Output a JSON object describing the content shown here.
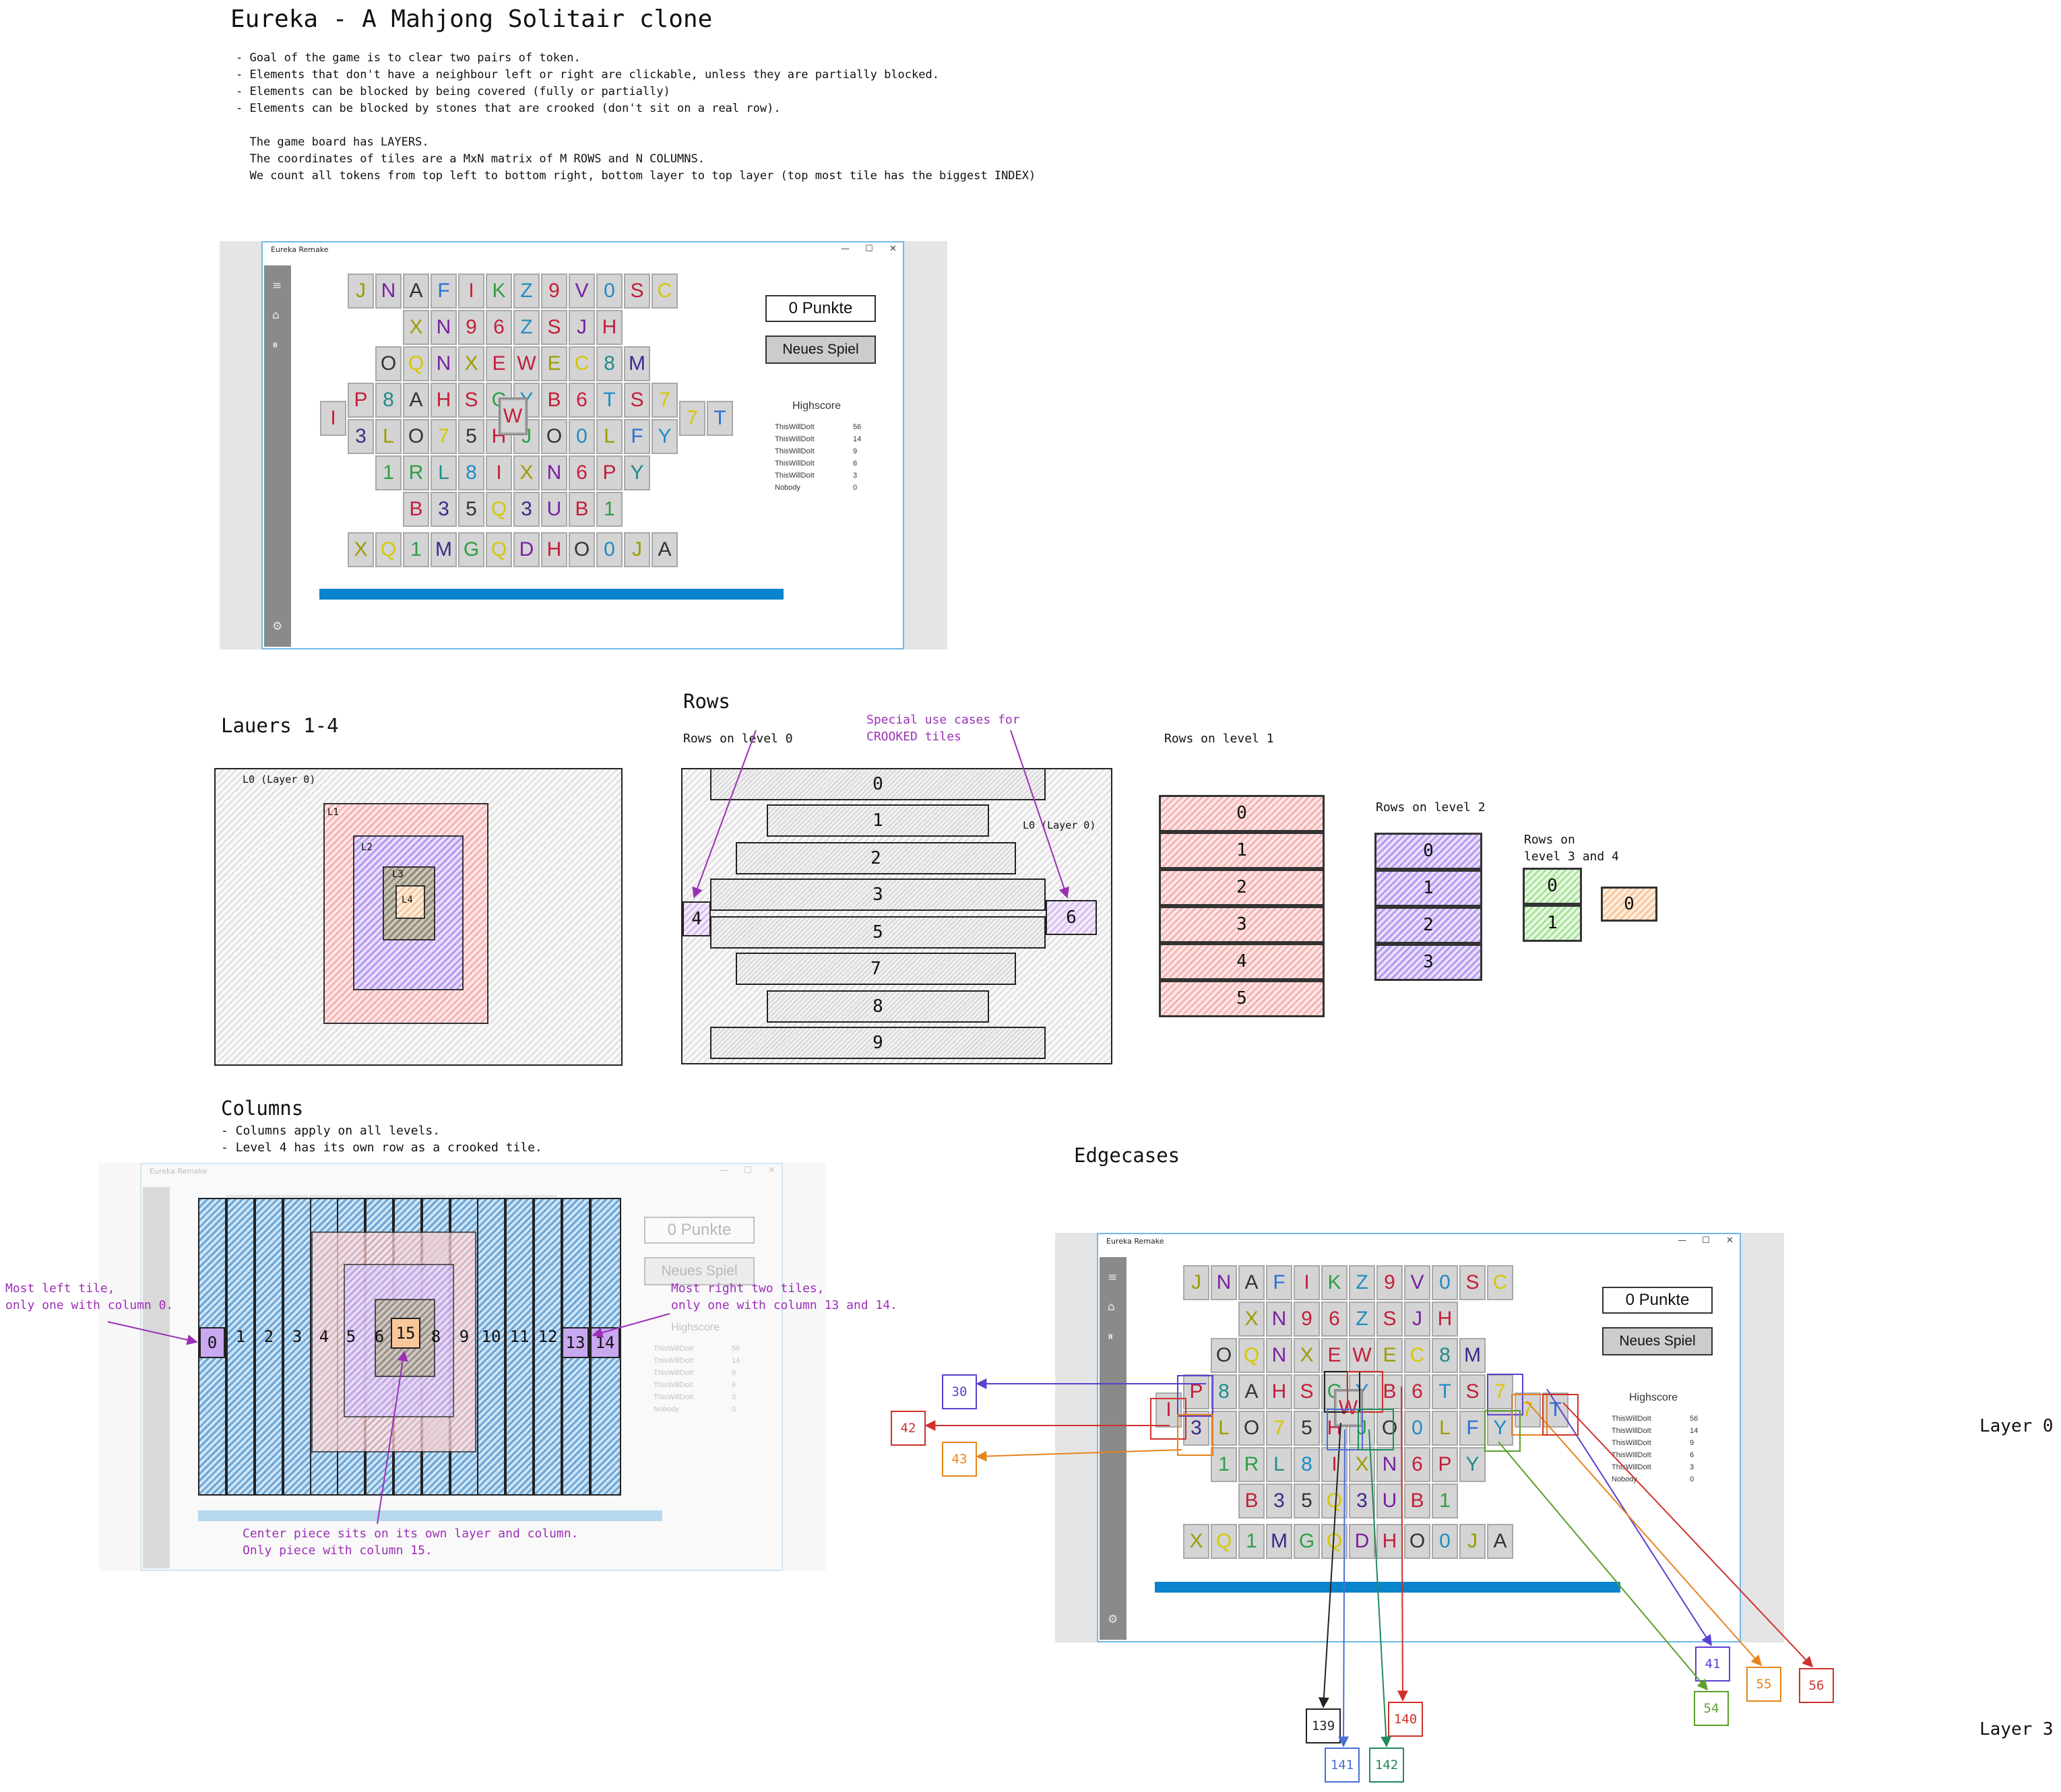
{
  "header": {
    "title": "Eureka - A Mahjong Solitair clone",
    "notes": [
      "- Goal of the game is to clear two pairs of token.",
      "- Elements that don't have a neighbour left or right are clickable, unless they are partially blocked.",
      "- Elements can be blocked by being covered (fully or partially)",
      "- Elements can be blocked by stones that are crooked (don't sit on a real row).",
      "",
      "  The game board has LAYERS.",
      "  The coordinates of tiles are a MxN matrix of M ROWS and N COLUMNS.",
      "  We count all tokens from top left to bottom right, bottom layer to top layer (top most tile has the biggest INDEX)"
    ]
  },
  "app": {
    "window_title": "Eureka Remake",
    "score": "0 Punkte",
    "new_game": "Neues Spiel",
    "highscore_title": "Highscore",
    "highscores": [
      {
        "name": "ThisWillDoIt",
        "score": "56"
      },
      {
        "name": "ThisWillDoIt",
        "score": "14"
      },
      {
        "name": "ThisWillDoIt",
        "score": "9"
      },
      {
        "name": "ThisWillDoIt",
        "score": "6"
      },
      {
        "name": "ThisWillDoIt",
        "score": "3"
      },
      {
        "name": "Nobody",
        "score": "0"
      }
    ],
    "progress": 0.99,
    "window_controls": [
      "—",
      "☐",
      "✕"
    ],
    "sidebar_icons": [
      "menu-icon",
      "home-icon",
      "pause-icon",
      "settings-icon"
    ],
    "sidebar_glyphs": [
      "≡",
      "⌂",
      "⏸",
      "⚙"
    ],
    "tile_rows": [
      {
        "letters": [
          "J",
          "N",
          "A",
          "F",
          "I",
          "K",
          "Z",
          "9",
          "V",
          "0",
          "S",
          "C"
        ],
        "colors": [
          "#9c9c00",
          "#7a1fa2",
          "#333333",
          "#2a6fd6",
          "#c41e3a",
          "#2e9e44",
          "#1f8cc4",
          "#c41e3a",
          "#7a1fa2",
          "#1f8cc4",
          "#c41e3a",
          "#d6c800"
        ]
      },
      {
        "letters": [
          "X",
          "N",
          "9",
          "6",
          "Z",
          "S",
          "J",
          "H"
        ],
        "colors": [
          "#9c9c00",
          "#7a1fa2",
          "#c41e3a",
          "#c41e3a",
          "#1f8cc4",
          "#c41e3a",
          "#7a1fa2",
          "#c41e3a"
        ]
      },
      {
        "letters": [
          "O",
          "Q",
          "N",
          "X",
          "E",
          "W",
          "E",
          "C",
          "8",
          "M"
        ],
        "colors": [
          "#333333",
          "#d6c800",
          "#7a1fa2",
          "#9c9c00",
          "#c41e3a",
          "#c41e3a",
          "#9c9c00",
          "#d6c800",
          "#1f8c8c",
          "#3a2a8c"
        ]
      },
      {
        "letters": [
          "P",
          "8",
          "A",
          "H",
          "S",
          "C",
          "Y",
          "B",
          "6",
          "T",
          "S",
          "7"
        ],
        "colors": [
          "#c41e3a",
          "#1f8c8c",
          "#333333",
          "#c41e3a",
          "#c41e3a",
          "#2e9e44",
          "#1f8cc4",
          "#c41e3a",
          "#c41e3a",
          "#1f8cc4",
          "#c41e3a",
          "#d6c800"
        ]
      },
      {
        "letters": [
          "3",
          "L",
          "O",
          "7",
          "5",
          "H",
          "J",
          "O",
          "0",
          "L",
          "F",
          "Y"
        ],
        "colors": [
          "#3a2a8c",
          "#9c9c00",
          "#333333",
          "#d6c800",
          "#333333",
          "#c41e3a",
          "#2e9e44",
          "#333333",
          "#1f8cc4",
          "#9c9c00",
          "#2a6fd6",
          "#1f8cc4"
        ]
      },
      {
        "letters": [
          "1",
          "R",
          "L",
          "8",
          "I",
          "X",
          "N",
          "6",
          "P",
          "Y"
        ],
        "colors": [
          "#2e9e44",
          "#2e9e44",
          "#1f8c8c",
          "#1f8cc4",
          "#c41e3a",
          "#9c9c00",
          "#7a1fa2",
          "#c41e3a",
          "#c41e3a",
          "#1f8c8c"
        ]
      },
      {
        "letters": [
          "B",
          "3",
          "5",
          "Q",
          "3",
          "U",
          "B",
          "1"
        ],
        "colors": [
          "#c41e3a",
          "#3a2a8c",
          "#333333",
          "#d6c800",
          "#3a2a8c",
          "#7a1fa2",
          "#c41e3a",
          "#2e9e44"
        ]
      },
      {
        "letters": [
          "X",
          "Q",
          "1",
          "M",
          "G",
          "Q",
          "D",
          "H",
          "O",
          "0",
          "J",
          "A"
        ],
        "colors": [
          "#9c9c00",
          "#d6c800",
          "#2e9e44",
          "#3a2a8c",
          "#2e9e44",
          "#d6c800",
          "#7a1fa2",
          "#c41e3a",
          "#333333",
          "#1f8cc4",
          "#9c9c00",
          "#333333"
        ]
      }
    ],
    "side_tiles": {
      "left": {
        "letter": "I",
        "color": "#c41e3a"
      },
      "right": [
        {
          "letter": "7",
          "color": "#d6c800"
        },
        {
          "letter": "T",
          "color": "#2a6fd6"
        }
      ],
      "top": {
        "letter": "W",
        "color": "#c41e3a"
      }
    }
  },
  "layers": {
    "heading": "Lauers 1-4",
    "labels": [
      "L0 (Layer 0)",
      "L1",
      "L2",
      "L3",
      "L4"
    ]
  },
  "rows": {
    "heading": "Rows",
    "level0_label": "Rows on level 0",
    "annotation": "Special use cases for\nCROOKED tiles",
    "layer_label": "L0 (Layer 0)",
    "level0_rows": [
      "0",
      "1",
      "2",
      "3",
      "5",
      "7",
      "8",
      "9"
    ],
    "crooked_left": "4",
    "crooked_right": "6",
    "level1_label": "Rows on level 1",
    "level1_rows": [
      "0",
      "1",
      "2",
      "3",
      "4",
      "5"
    ],
    "level2_label": "Rows on level 2",
    "level2_rows": [
      "0",
      "1",
      "2",
      "3"
    ],
    "level34_label": "Rows on\nlevel 3 and 4",
    "level3_rows": [
      "0",
      "1"
    ],
    "level4_rows": [
      "0"
    ]
  },
  "columns": {
    "heading": "Columns",
    "notes": "- Columns apply on all levels.\n- Level 4 has its own row as a crooked tile.",
    "numbers": [
      "0",
      "1",
      "2",
      "3",
      "4",
      "5",
      "6",
      "7",
      "8",
      "9",
      "10",
      "11",
      "12",
      "13",
      "14"
    ],
    "center": "15",
    "left_note": "Most left tile,\nonly one with column 0.",
    "right_note": "Most right two tiles,\nonly one with column 13 and 14.",
    "center_note": "Center piece sits on its own layer and column.\nOnly piece with column 15."
  },
  "edgecases": {
    "heading": "Edgecases",
    "indices": [
      {
        "label": "30",
        "color": "#5b3fd0"
      },
      {
        "label": "42",
        "color": "#d0302a"
      },
      {
        "label": "43",
        "color": "#e8831a"
      },
      {
        "label": "139",
        "color": "#222222"
      },
      {
        "label": "141",
        "color": "#4a6fd8"
      },
      {
        "label": "142",
        "color": "#1f8a5a"
      },
      {
        "label": "140",
        "color": "#d0302a"
      },
      {
        "label": "41",
        "color": "#5b3fd0"
      },
      {
        "label": "55",
        "color": "#e8831a"
      },
      {
        "label": "56",
        "color": "#d0302a"
      },
      {
        "label": "54",
        "color": "#5aa02a"
      }
    ],
    "layer_labels": [
      "Layer 0",
      "Layer 3"
    ]
  }
}
